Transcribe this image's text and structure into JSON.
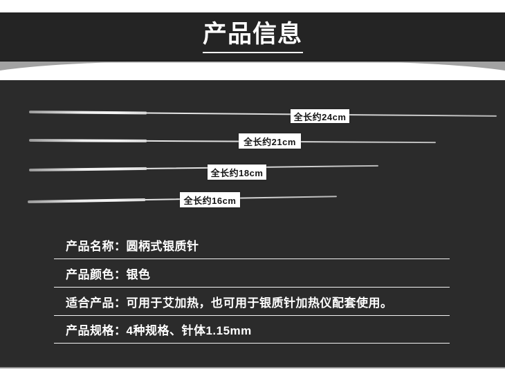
{
  "header": {
    "title": "产品信息",
    "background": "#242424",
    "text_color": "#ffffff"
  },
  "divider": {
    "wedge_color": "#a2a2a2",
    "band_color": "#ffffff"
  },
  "photo_panel": {
    "background": "#2b2b2b",
    "needle_color": "#d9d9d9",
    "label_background": "#ffffff",
    "label_text_color": "#141414",
    "needles": [
      {
        "label": "全长约24cm"
      },
      {
        "label": "全长约21cm"
      },
      {
        "label": "全长约18cm"
      },
      {
        "label": "全长约16cm"
      }
    ]
  },
  "specs": {
    "divider_color": "#f5f5f5",
    "rows": [
      {
        "text": "产品名称：圆柄式银质针"
      },
      {
        "text": "产品颜色：银色"
      },
      {
        "text": "适合产品：可用于艾加热，也可用于银质针加热仪配套使用。"
      },
      {
        "text": "产品规格：4种规格、针体1.15mm"
      }
    ]
  }
}
